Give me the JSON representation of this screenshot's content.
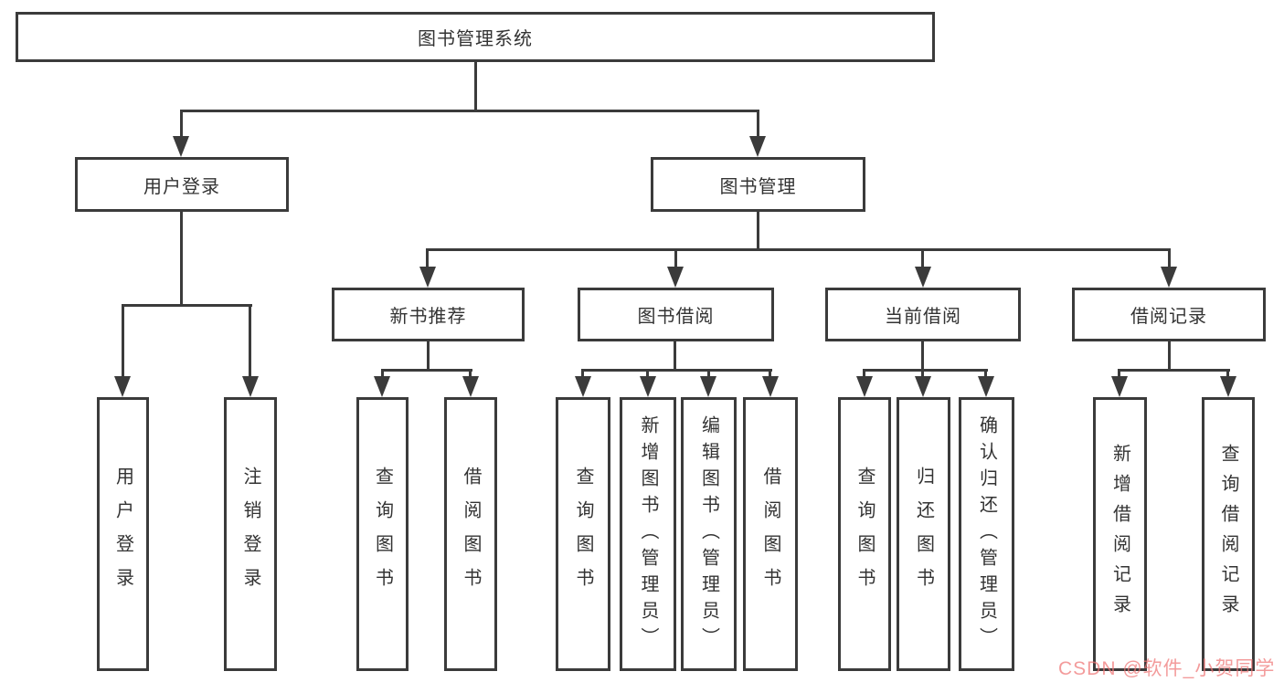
{
  "root": {
    "label": "图书管理系统"
  },
  "level2": [
    {
      "label": "用户登录"
    },
    {
      "label": "图书管理"
    }
  ],
  "level3": [
    {
      "label": "新书推荐"
    },
    {
      "label": "图书借阅"
    },
    {
      "label": "当前借阅"
    },
    {
      "label": "借阅记录"
    }
  ],
  "leaves": [
    {
      "label": "用户登录"
    },
    {
      "label": "注销登录"
    },
    {
      "label": "查询图书"
    },
    {
      "label": "借阅图书"
    },
    {
      "label": "查询图书"
    },
    {
      "label": "新增图书（管理员）"
    },
    {
      "label": "编辑图书（管理员）"
    },
    {
      "label": "借阅图书"
    },
    {
      "label": "查询图书"
    },
    {
      "label": "归还图书"
    },
    {
      "label": "确认归还（管理员）"
    },
    {
      "label": "新增借阅记录"
    },
    {
      "label": "查询借阅记录"
    }
  ],
  "watermark": {
    "text": "CSDN @软件_小贺同学",
    "color": "rgba(238,117,117,0.72)"
  },
  "colors": {
    "line": "#3b3b3b",
    "text": "#333333",
    "background": "#ffffff"
  }
}
